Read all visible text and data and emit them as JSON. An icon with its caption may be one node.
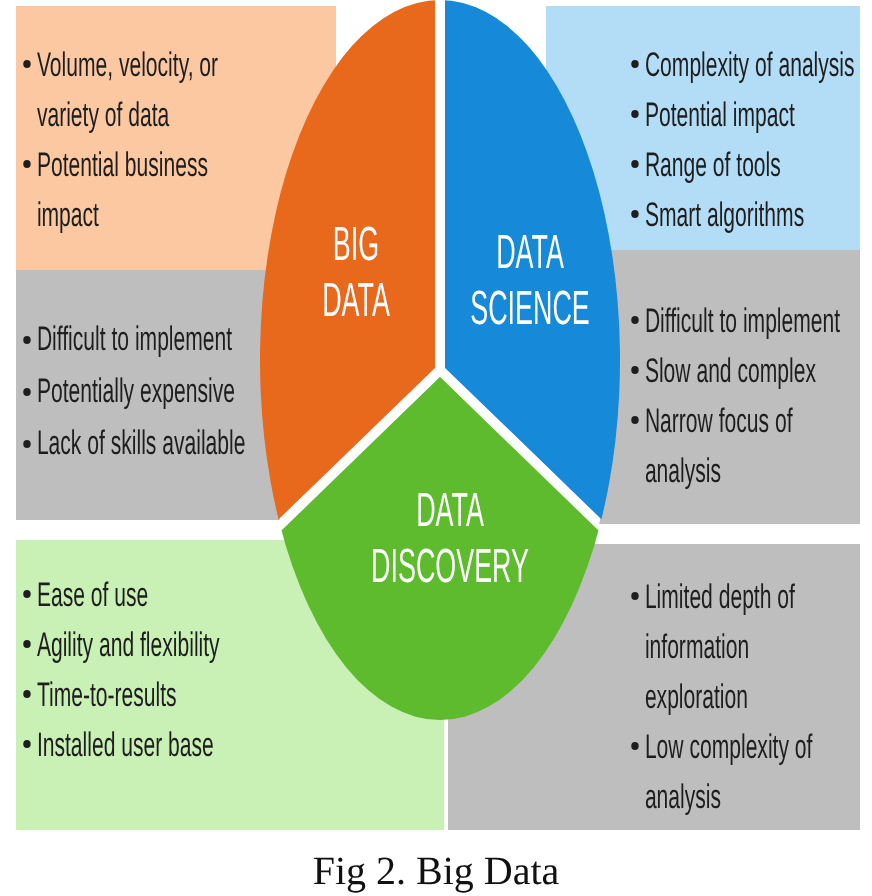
{
  "diagram": {
    "caption": "Fig 2. Big Data",
    "nodes": [
      {
        "text": [
          "Volume, velocity, or variety of data",
          "Potential business impact"
        ]
      },
      {
        "text": [
          "BIG DATA"
        ]
      },
      {
        "text": [
          "DATA SCIENCE"
        ]
      },
      {
        "text": [
          "Complexity of analysis",
          "Potential impact",
          "Range of tools",
          "Smart algorithms"
        ]
      },
      {
        "text": [
          "Difficult to implement",
          "Potentially expensive",
          "Lack of skills available"
        ]
      },
      {
        "text": [
          "Difficult to implement",
          "Slow and complex",
          "Narrow focus of analysis"
        ]
      },
      {
        "text": [
          "DATA DISCOVERY"
        ]
      },
      {
        "text": [
          "Ease of use",
          "Agility and flexibility",
          "Time-to-results",
          "Installed user base"
        ]
      },
      {
        "text": [
          "Limited depth of information exploration",
          "Low complexity of analysis"
        ]
      }
    ]
  }
}
